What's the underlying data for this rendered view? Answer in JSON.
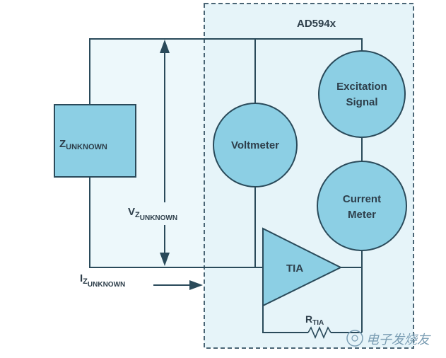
{
  "chip_label": "AD594x",
  "z_unknown": {
    "main": "Z",
    "sub": "UNKNOWN"
  },
  "v_label": {
    "main": "V",
    "sub1": "Z",
    "sub2": "UNKNOWN"
  },
  "i_label": {
    "main": "I",
    "sub1": "Z",
    "sub2": "UNKNOWN"
  },
  "voltmeter_label": "Voltmeter",
  "excitation_label": {
    "line1": "Excitation",
    "line2": "Signal"
  },
  "current_meter_label": {
    "line1": "Current",
    "line2": "Meter"
  },
  "tia_label": "TIA",
  "rtia_label": {
    "main": "R",
    "sub": "TIA"
  },
  "watermark": "电子发烧友",
  "colors": {
    "block_fill": "#8ccfe4",
    "block_stroke": "#2a4a5a",
    "chip_fill": "#e6f4f9",
    "outer_fill": "#edf8fb",
    "wire": "#2a4a5a",
    "text": "#2d3e4a",
    "watermark": "#7a9db3"
  }
}
